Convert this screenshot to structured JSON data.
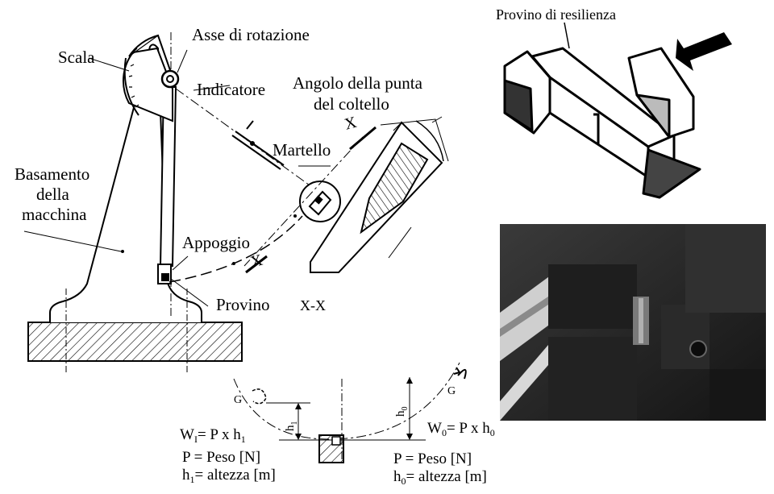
{
  "labels": {
    "scala": "Scala",
    "asse": "Asse di rotazione",
    "indicatore": "Indicatore",
    "angolo_line1": "Angolo della punta",
    "angolo_line2": "del coltello",
    "martello": "Martello",
    "basamento_line1": "Basamento",
    "basamento_line2": "della",
    "basamento_line3": "macchina",
    "appoggio": "Appoggio",
    "provino": "Provino",
    "xx": "X-X",
    "x_mark_top": "X",
    "x_mark_bottom": "X",
    "provino_resilienza": "Provino di resilienza"
  },
  "formulas": {
    "g_left": "G",
    "g_right": "G",
    "h1_label": "h",
    "h1_sub": "1",
    "h0_label": "h",
    "h0_sub": "0",
    "w1_W": "W",
    "w1_sub": "I",
    "w1_eq": "= P x h",
    "w1_eq_sub": "1",
    "w0_W": "W",
    "w0_sub": "0",
    "w0_eq": "= P x h",
    "w0_eq_sub": "0",
    "peso_left": "P = Peso [N]",
    "peso_right": "P = Peso [N]",
    "alt_left_h": "h",
    "alt_left_sub": "1",
    "alt_left_rest": "= altezza [m]",
    "alt_right_h": "h",
    "alt_right_sub": "0",
    "alt_right_rest": "= altezza [m]"
  }
}
